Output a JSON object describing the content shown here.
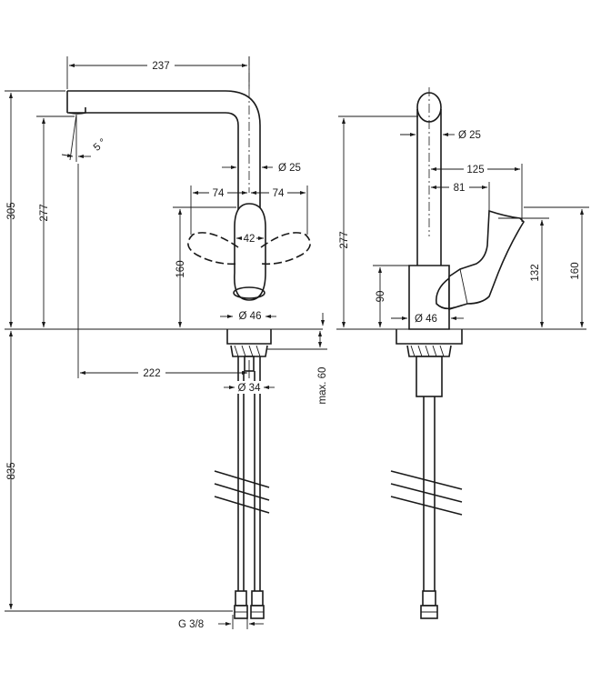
{
  "front_view": {
    "dim_width_spout": "237",
    "dim_height_total": "305",
    "dim_spout_height": "277",
    "dim_angle": "5 °",
    "dim_pipe_dia": "Ø 25",
    "dim_lever_left": "74",
    "dim_lever_right": "74",
    "dim_lever_dia": "42",
    "dim_body_height": "160",
    "dim_body_dia": "Ø 46",
    "dim_reach": "222",
    "dim_hole_dia": "Ø 34",
    "dim_max_thickness": "max. 60",
    "dim_hose_length": "835",
    "dim_connection": "G 3/8"
  },
  "side_view": {
    "dim_pipe_dia": "Ø 25",
    "dim_lever_reach_outer": "125",
    "dim_lever_reach_inner": "81",
    "dim_spout_height": "277",
    "dim_lever_height": "132",
    "dim_total_lever_height": "160",
    "dim_body_height": "90",
    "dim_body_dia": "Ø 46"
  }
}
